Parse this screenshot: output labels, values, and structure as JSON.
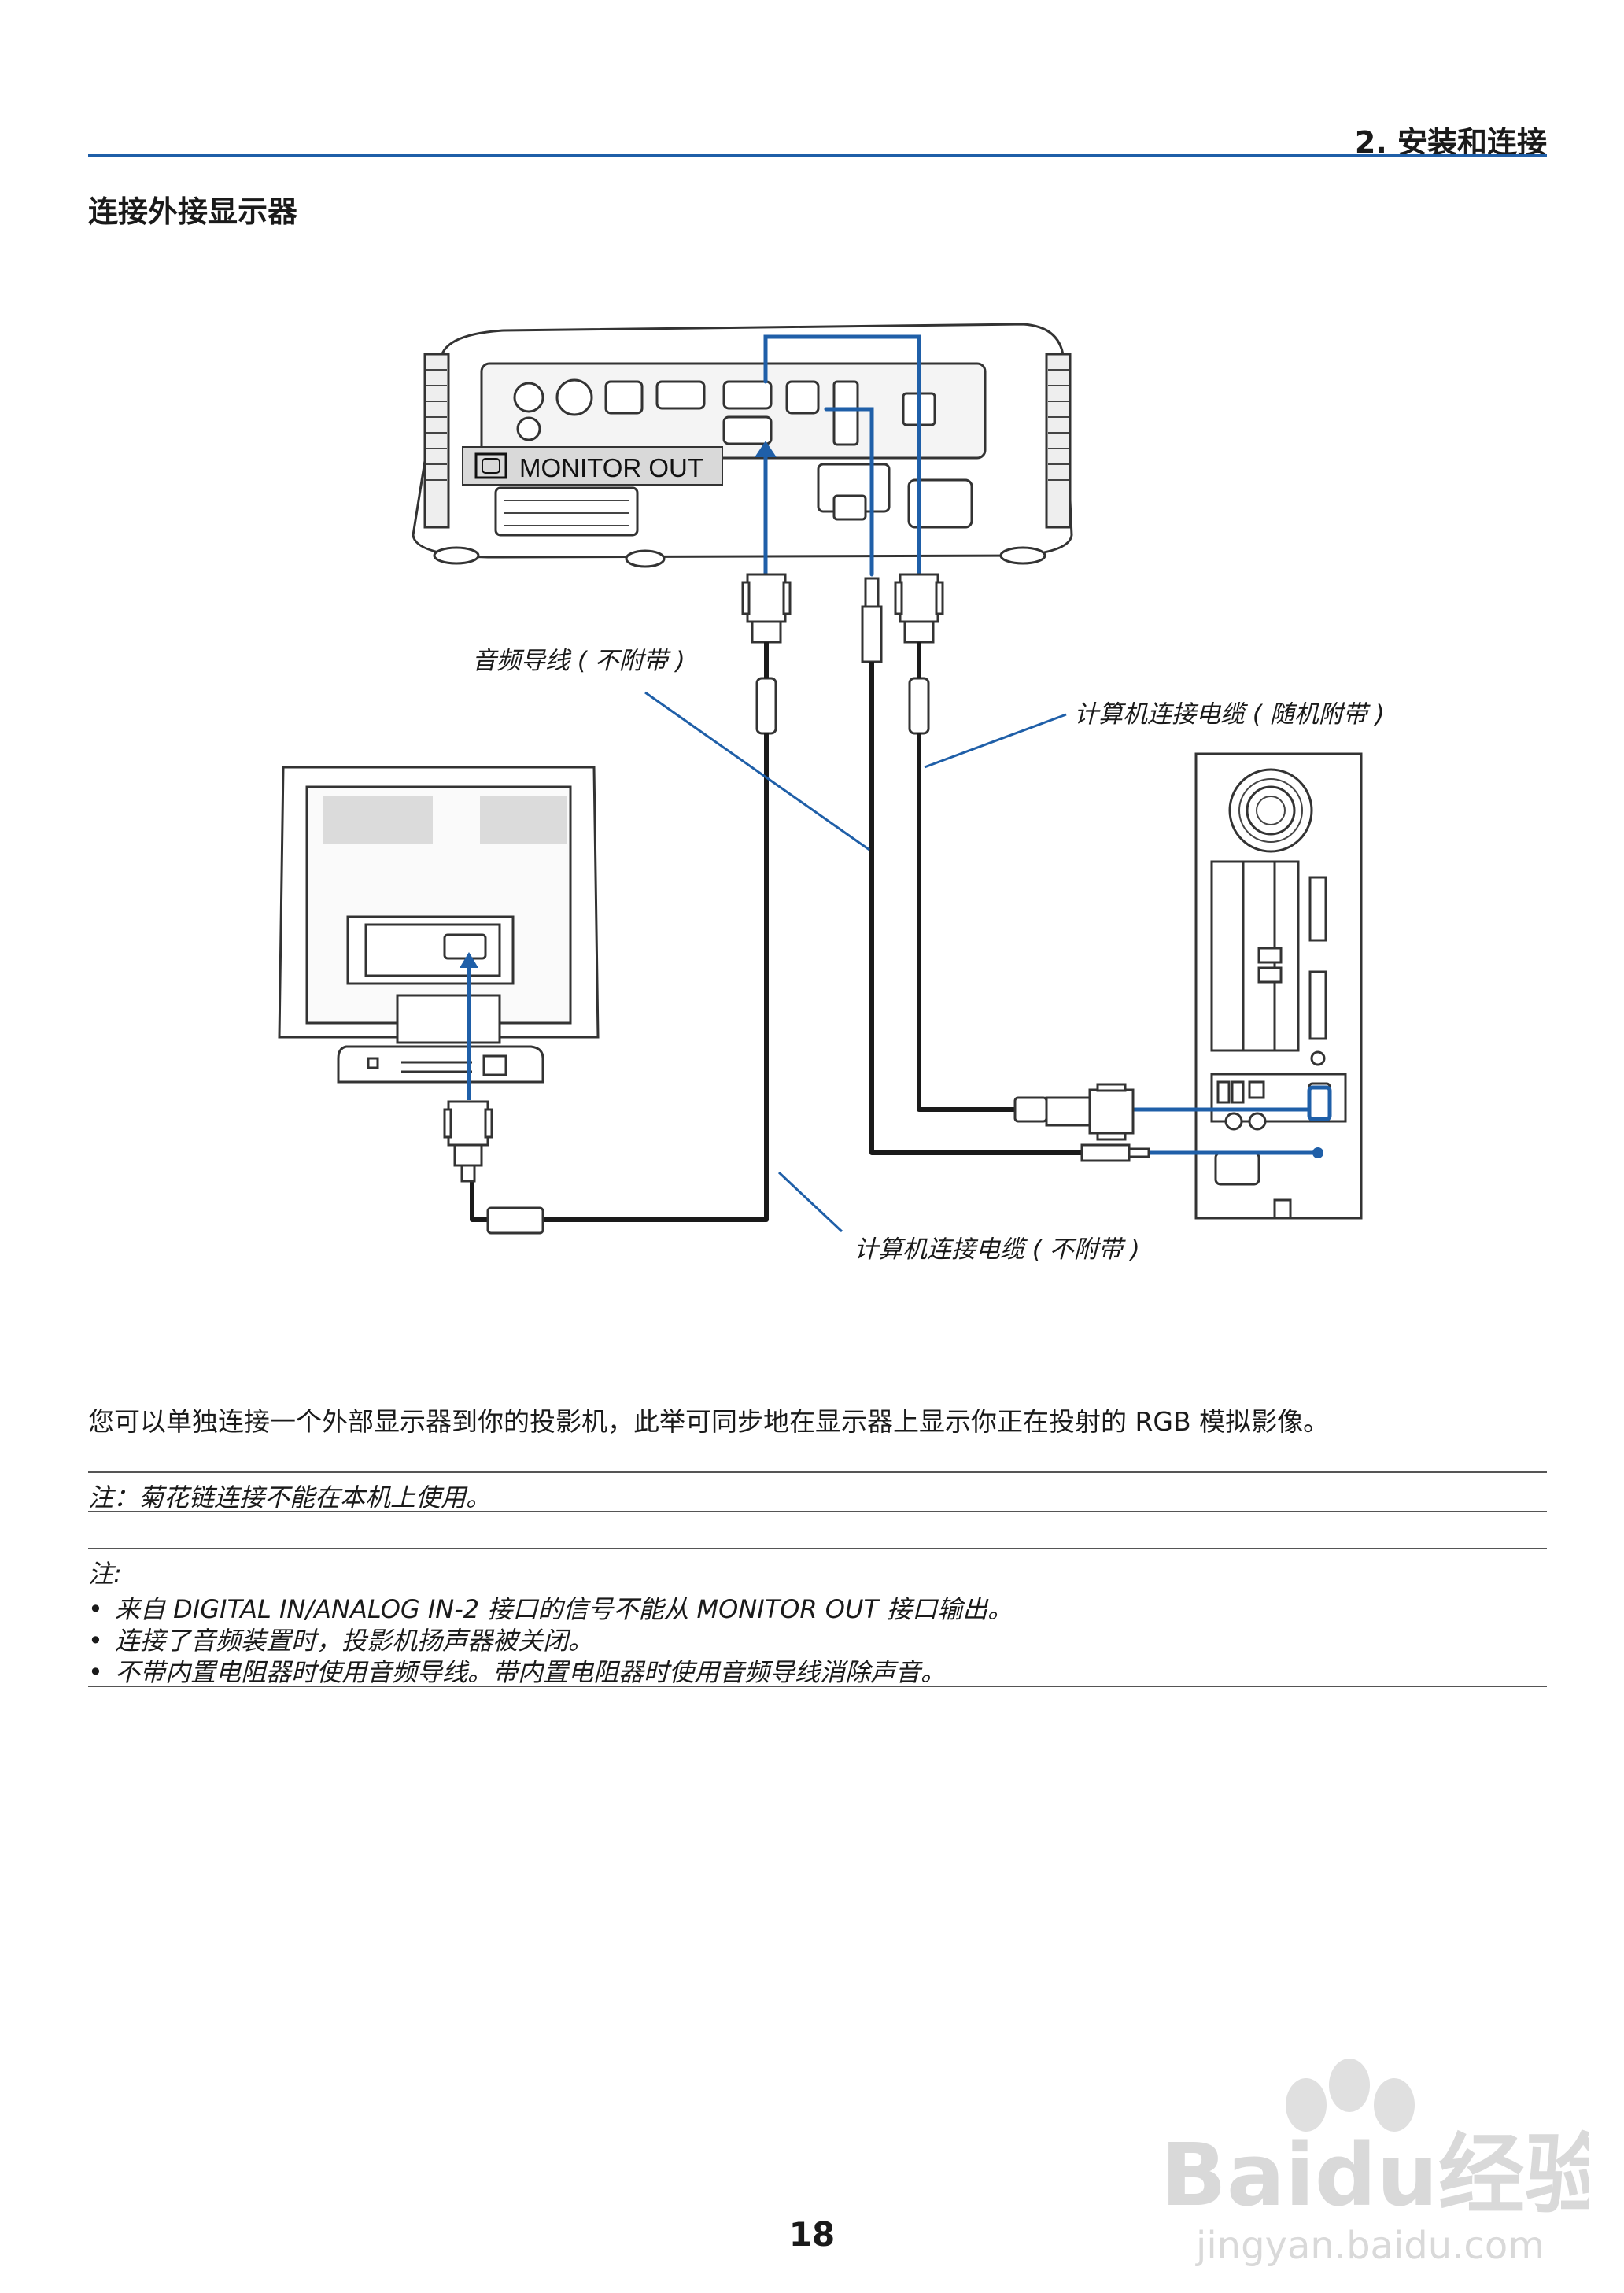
{
  "header": {
    "chapter": "2. 安装和连接"
  },
  "section": {
    "title": "连接外接显示器"
  },
  "diagram": {
    "projector_port_label": "MONITOR OUT",
    "audio_cable_label": "音频导线 ( 不附带 )",
    "computer_cable_supplied_label": "计算机连接电缆 ( 随机附带 )",
    "computer_cable_not_supplied_label": "计算机连接电缆 ( 不附带 )"
  },
  "body": {
    "intro": "您可以单独连接一个外部显示器到你的投影机，此举可同步地在显示器上显示你正在投射的 RGB 模拟影像。",
    "note1": "注：菊花链连接不能在本机上使用。",
    "note2_heading": "注:",
    "note2_items": [
      "来自 DIGITAL IN/ANALOG IN-2 接口的信号不能从 MONITOR OUT 接口输出。",
      "连接了音频装置时，投影机扬声器被关闭。",
      "不带内置电阻器时使用音频导线。带内置电阻器时使用音频导线消除声音。"
    ]
  },
  "footer": {
    "page_number": "18"
  },
  "watermark": {
    "brand": "Baidu经验",
    "url": "jingyan.baidu.com"
  }
}
